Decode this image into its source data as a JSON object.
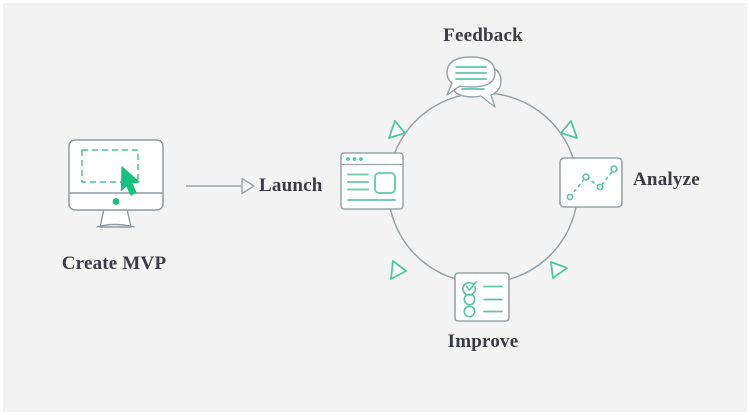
{
  "diagram": {
    "title_present": false,
    "background_color": "#f3f3f3",
    "border_color": "#ffffff",
    "accent_color": "#5fc7a0",
    "line_color": "#8f9aa0",
    "text_color": "#3b3b43",
    "nodes": [
      {
        "id": "create-mvp",
        "label": "Create MVP",
        "icon": "desktop-monitor-icon",
        "label_position": "below"
      },
      {
        "id": "launch",
        "label": "Launch",
        "icon": "browser-window-icon",
        "label_position": "left"
      },
      {
        "id": "feedback",
        "label": "Feedback",
        "icon": "speech-bubbles-icon",
        "label_position": "above"
      },
      {
        "id": "analyze",
        "label": "Analyze",
        "icon": "line-chart-icon",
        "label_position": "right"
      },
      {
        "id": "improve",
        "label": "Improve",
        "icon": "checklist-icon",
        "label_position": "below"
      }
    ],
    "connector": {
      "type": "straight-arrow",
      "from": "create-mvp",
      "to": "launch"
    },
    "cycle": {
      "type": "clockwise-loop",
      "order": [
        "launch",
        "feedback",
        "analyze",
        "improve"
      ],
      "arrowhead_count": 4,
      "arrowhead_style": "hollow-triangle"
    }
  }
}
